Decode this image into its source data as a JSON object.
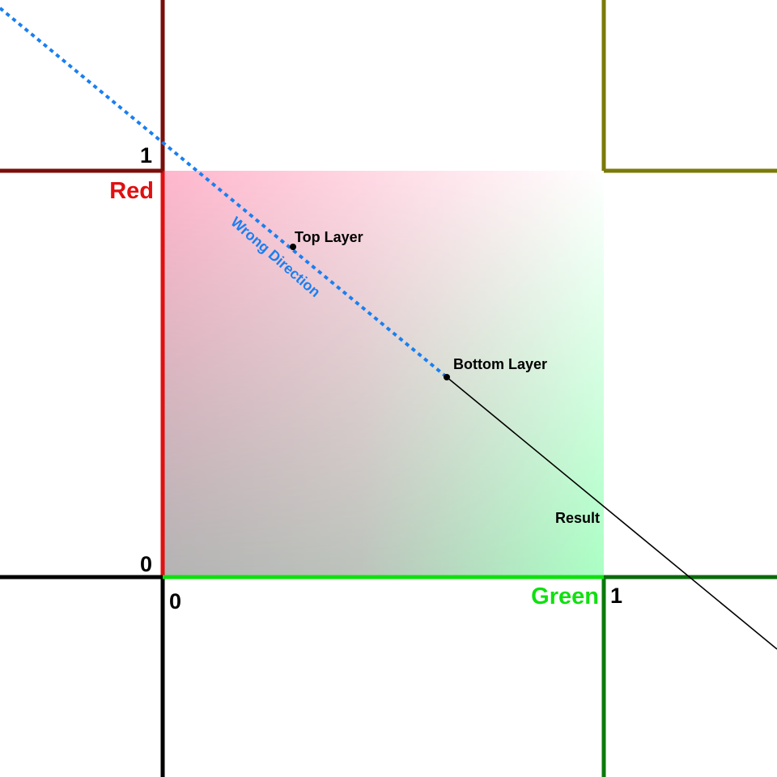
{
  "axes": {
    "red_label": "Red",
    "green_label": "Green",
    "red_tick_one": "1",
    "red_tick_zero": "0",
    "green_tick_zero": "0",
    "green_tick_one": "1"
  },
  "points": {
    "top_layer_label": "Top Layer",
    "bottom_layer_label": "Bottom Layer",
    "result_label": "Result"
  },
  "annotations": {
    "wrong_direction_label": "Wrong Direction"
  },
  "colors": {
    "red_axis": "#e01010",
    "green_axis": "#10e010",
    "wrong_direction": "#1a7ff0",
    "top_left_square": "#ffb6cc",
    "top_right_square": "#ffffff",
    "bottom_left_square": "#b4b4b4",
    "bottom_right_square": "#aaffc4"
  }
}
